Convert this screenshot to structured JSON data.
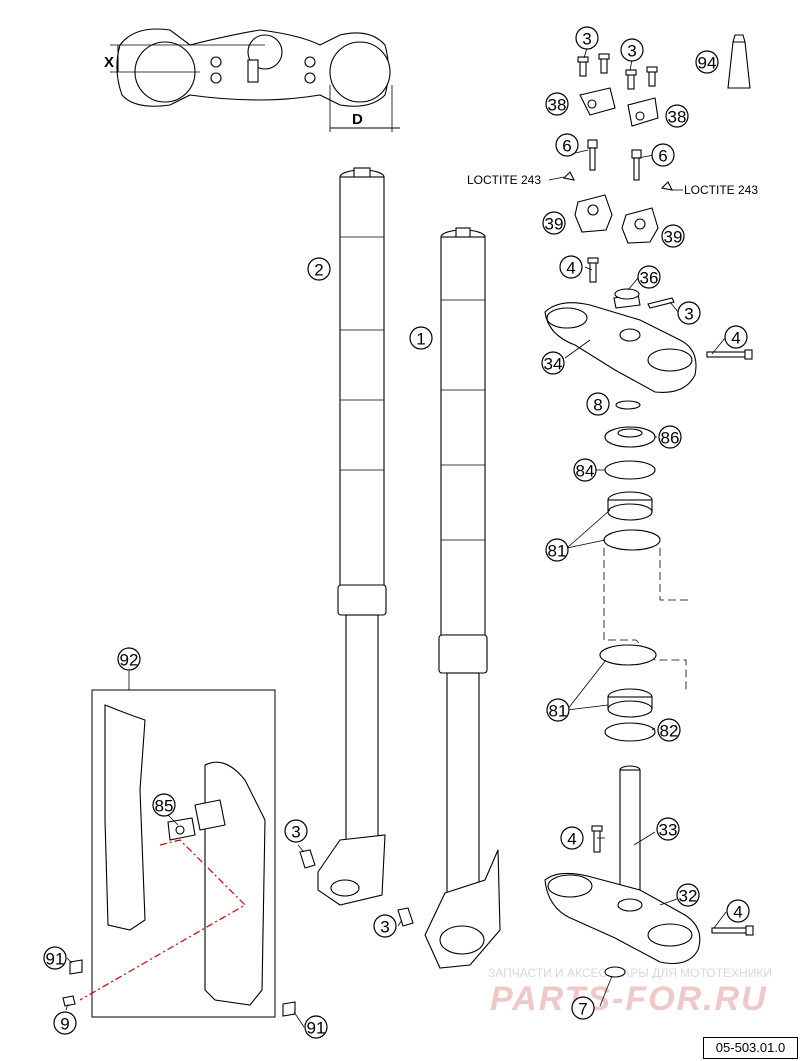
{
  "drawing_code": "05-503.01.0",
  "notes": {
    "loctite_left": "LOCTITE 243",
    "loctite_right": "LOCTITE 243",
    "dimension_x": "X",
    "dimension_d": "D"
  },
  "watermark": {
    "small": "ЗАПЧАСТИ И АКСЕССУАРЫ ДЛЯ МОТОТЕХНИКИ",
    "big": "PARTS-FOR.RU"
  },
  "callouts": [
    {
      "id": "c3a",
      "label": "3"
    },
    {
      "id": "c3b",
      "label": "3"
    },
    {
      "id": "c94",
      "label": "94"
    },
    {
      "id": "c38a",
      "label": "38"
    },
    {
      "id": "c38b",
      "label": "38"
    },
    {
      "id": "c6a",
      "label": "6"
    },
    {
      "id": "c6b",
      "label": "6"
    },
    {
      "id": "c39a",
      "label": "39"
    },
    {
      "id": "c39b",
      "label": "39"
    },
    {
      "id": "c4a",
      "label": "4"
    },
    {
      "id": "c36",
      "label": "36"
    },
    {
      "id": "c3c",
      "label": "3"
    },
    {
      "id": "c4b",
      "label": "4"
    },
    {
      "id": "c34",
      "label": "34"
    },
    {
      "id": "c8",
      "label": "8"
    },
    {
      "id": "c86",
      "label": "86"
    },
    {
      "id": "c84",
      "label": "84"
    },
    {
      "id": "c81a",
      "label": "81"
    },
    {
      "id": "c81b",
      "label": "81"
    },
    {
      "id": "c82",
      "label": "82"
    },
    {
      "id": "c2",
      "label": "2"
    },
    {
      "id": "c1",
      "label": "1"
    },
    {
      "id": "c92",
      "label": "92"
    },
    {
      "id": "c85",
      "label": "85"
    },
    {
      "id": "c3d",
      "label": "3"
    },
    {
      "id": "c3e",
      "label": "3"
    },
    {
      "id": "c91a",
      "label": "91"
    },
    {
      "id": "c91b",
      "label": "91"
    },
    {
      "id": "c9",
      "label": "9"
    },
    {
      "id": "c4c",
      "label": "4"
    },
    {
      "id": "c33",
      "label": "33"
    },
    {
      "id": "c32",
      "label": "32"
    },
    {
      "id": "c4d",
      "label": "4"
    },
    {
      "id": "c7",
      "label": "7"
    }
  ]
}
